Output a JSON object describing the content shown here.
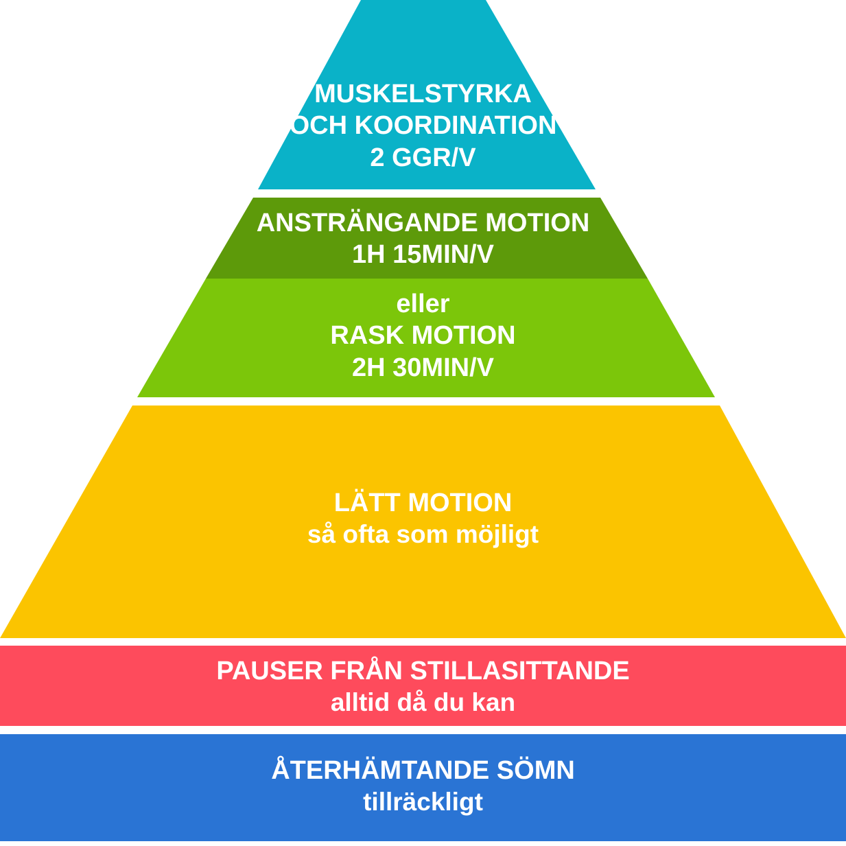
{
  "colors": {
    "muskelstyrka": "#0ab2c8",
    "anstrangande": "#5d9a0a",
    "rask": "#7cc60a",
    "latt": "#fbc400",
    "pauser": "#fe4b5c",
    "somn": "#2a74d4",
    "text": "#ffffff"
  },
  "levels": {
    "muskelstyrka": {
      "line1": "MUSKELSTYRKA",
      "line2": "OCH KOORDINATION",
      "line3": "2 GGR/V"
    },
    "anstrangande": {
      "line1": "ANSTRÄNGANDE MOTION",
      "line2": "1H 15MIN/V"
    },
    "rask": {
      "line1": "eller",
      "line2": "RASK MOTION",
      "line3": "2H 30MIN/V"
    },
    "latt": {
      "line1": "LÄTT MOTION",
      "line2": "så ofta som möjligt"
    },
    "pauser": {
      "line1": "PAUSER FRÅN STILLASITTANDE",
      "line2": "alltid då du kan"
    },
    "somn": {
      "line1": "ÅTERHÄMTANDE SÖMN",
      "line2": "tillräckligt"
    }
  }
}
